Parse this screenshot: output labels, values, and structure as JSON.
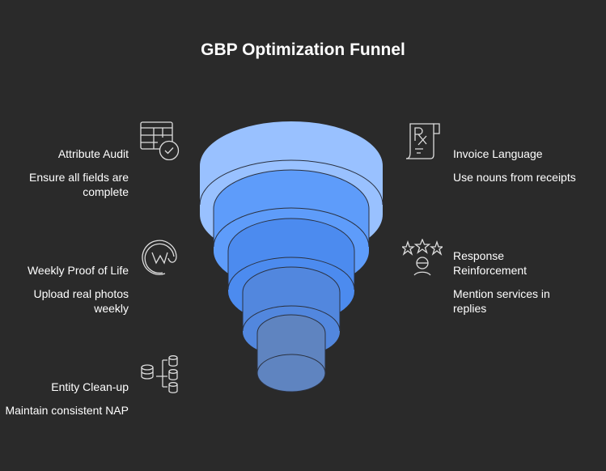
{
  "title": "GBP Optimization Funnel",
  "left_items": [
    {
      "heading": "Attribute Audit",
      "description": "Ensure all fields are complete",
      "icon": "table-check-icon"
    },
    {
      "heading": "Weekly Proof of Life",
      "description": "Upload real photos weekly",
      "icon": "at-w-icon"
    },
    {
      "heading": "Entity Clean-up",
      "description": "Maintain consistent NAP",
      "icon": "database-tree-icon"
    }
  ],
  "right_items": [
    {
      "heading": "Invoice Language",
      "description": "Use nouns from receipts",
      "icon": "prescription-receipt-icon"
    },
    {
      "heading": "Response Reinforcement",
      "description": "Mention services in replies",
      "icon": "stars-person-icon"
    }
  ],
  "colors": {
    "background": "#2a2a2a",
    "tiers": [
      "#99c1ff",
      "#5e9cfa",
      "#4c8bef",
      "#5287de",
      "#5f84c0"
    ]
  }
}
